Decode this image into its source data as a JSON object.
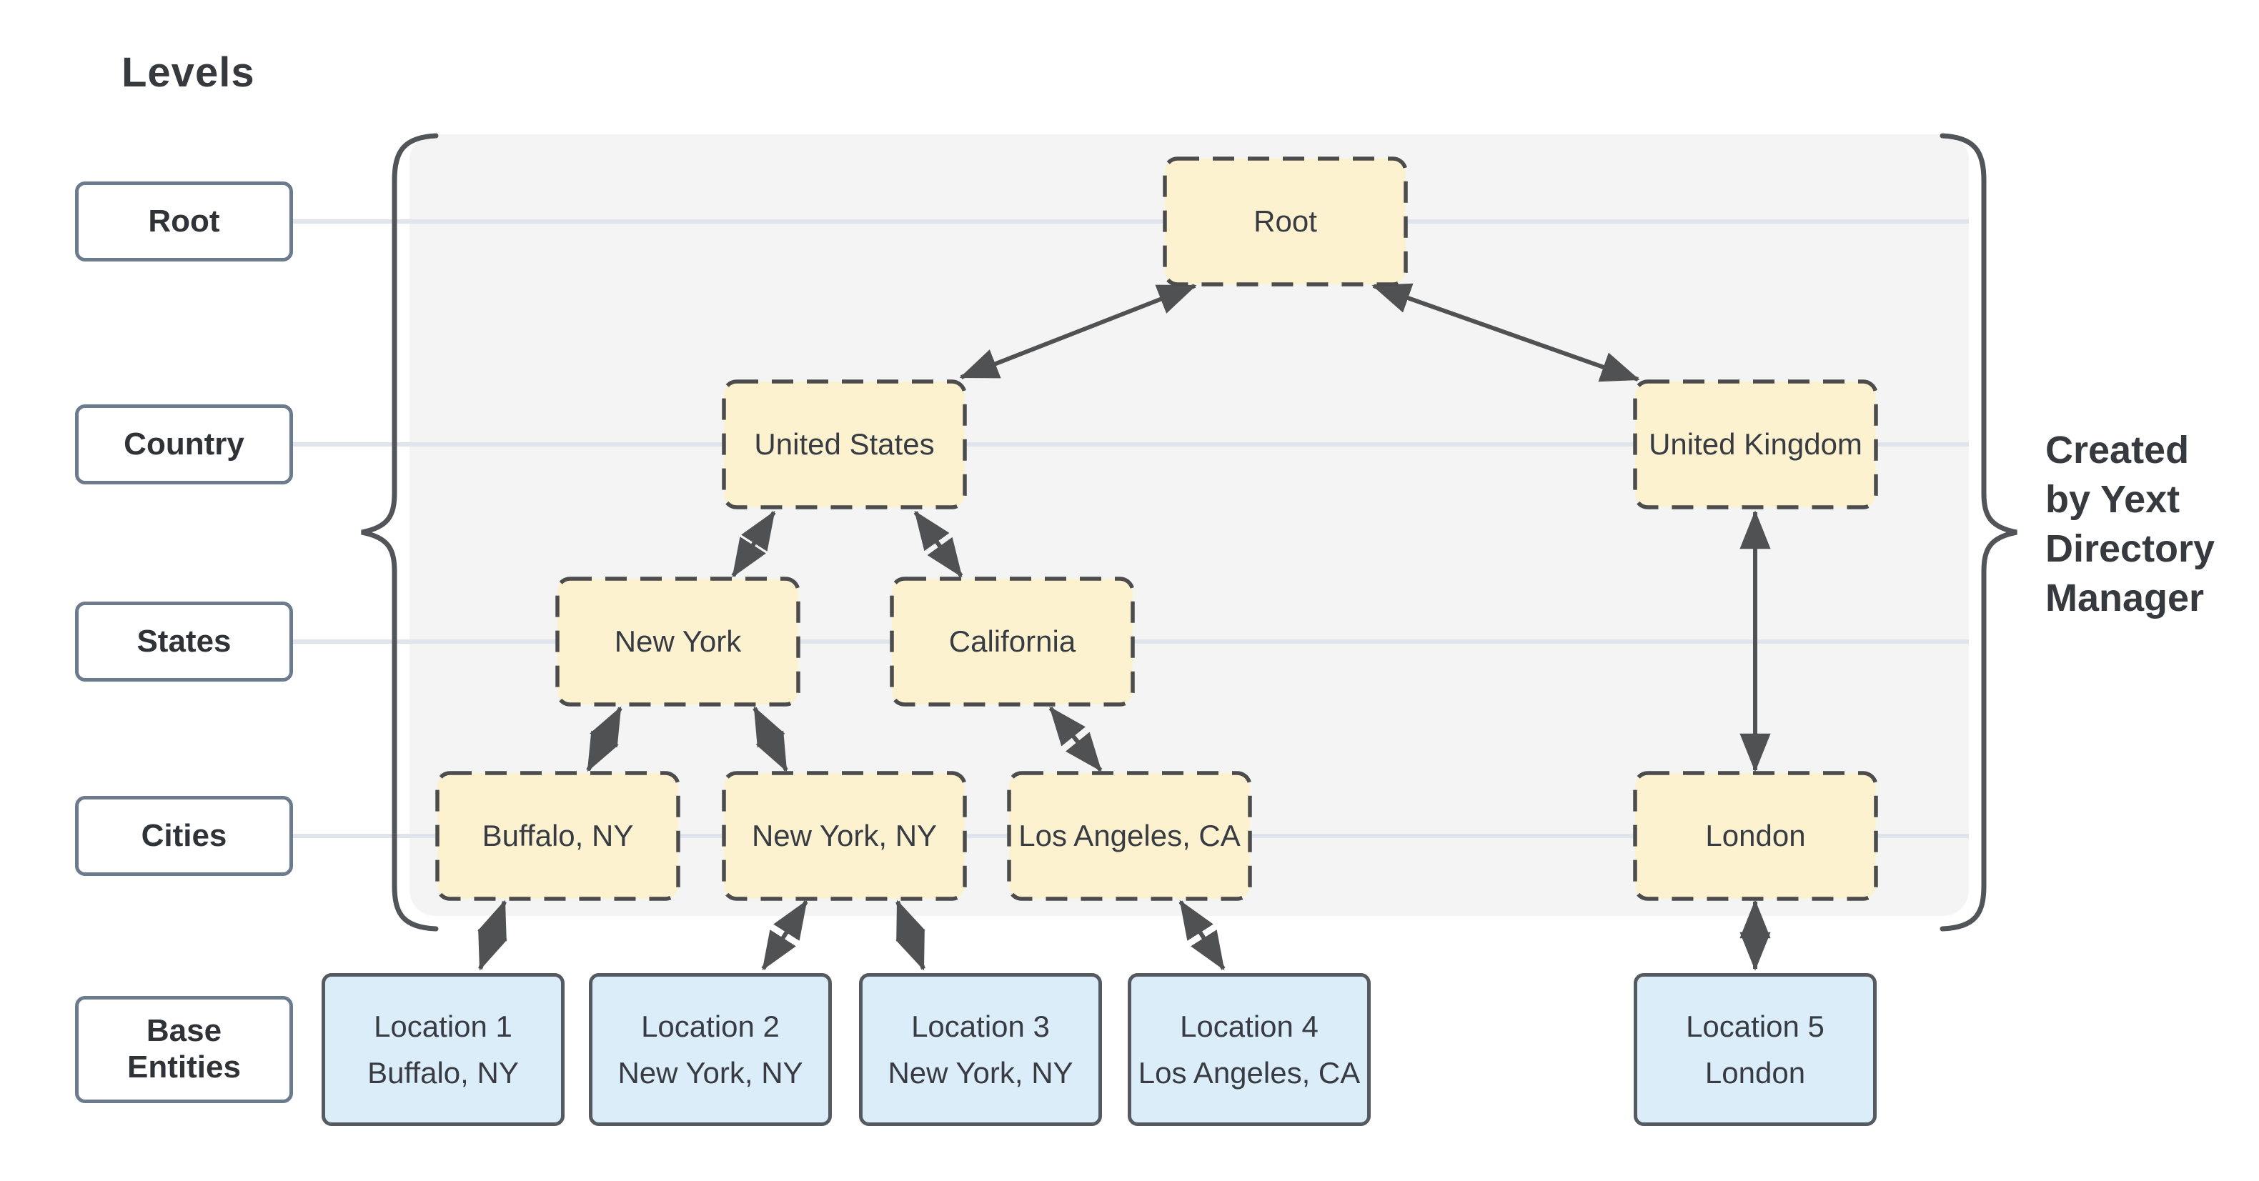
{
  "title": "Levels",
  "levels": [
    {
      "label": "Root"
    },
    {
      "label": "Country"
    },
    {
      "label": "States"
    },
    {
      "label": "Cities"
    },
    {
      "label": "Base Entities"
    }
  ],
  "tree": {
    "root": {
      "label": "Root"
    },
    "countries": [
      {
        "label": "United States"
      },
      {
        "label": "United Kingdom"
      }
    ],
    "states": [
      {
        "label": "New York"
      },
      {
        "label": "California"
      }
    ],
    "cities": [
      {
        "label": "Buffalo, NY"
      },
      {
        "label": "New York, NY"
      },
      {
        "label": "Los Angeles, CA"
      },
      {
        "label": "London"
      }
    ]
  },
  "base_entities": [
    {
      "name": "Location 1",
      "city": "Buffalo, NY"
    },
    {
      "name": "Location 2",
      "city": "New York, NY"
    },
    {
      "name": "Location 3",
      "city": "New York, NY"
    },
    {
      "name": "Location 4",
      "city": "Los Angeles, CA"
    },
    {
      "name": "Location 5",
      "city": "London"
    }
  ],
  "edges": [
    {
      "from": "Root",
      "to": "United States",
      "bidirectional": true
    },
    {
      "from": "Root",
      "to": "United Kingdom",
      "bidirectional": true
    },
    {
      "from": "United States",
      "to": "New York",
      "bidirectional": true
    },
    {
      "from": "United States",
      "to": "California",
      "bidirectional": true
    },
    {
      "from": "New York",
      "to": "Buffalo, NY",
      "bidirectional": true
    },
    {
      "from": "New York",
      "to": "New York, NY",
      "bidirectional": true
    },
    {
      "from": "California",
      "to": "Los Angeles, CA",
      "bidirectional": true
    },
    {
      "from": "United Kingdom",
      "to": "London",
      "bidirectional": true
    },
    {
      "from": "Buffalo, NY",
      "to": "Location 1",
      "bidirectional": true
    },
    {
      "from": "New York, NY",
      "to": "Location 2",
      "bidirectional": true
    },
    {
      "from": "New York, NY",
      "to": "Location 3",
      "bidirectional": true
    },
    {
      "from": "Los Angeles, CA",
      "to": "Location 4",
      "bidirectional": true
    },
    {
      "from": "London",
      "to": "Location 5",
      "bidirectional": true
    }
  ],
  "annotation": {
    "text": "Created by Yext Directory Manager",
    "lines": [
      "Created",
      "by Yext",
      "Directory",
      "Manager"
    ]
  },
  "colors": {
    "page_background": "#ffffff",
    "panel_background": "#f4f4f5",
    "level_line": "#e0e4ed",
    "directory_node_fill": "#fcf2cf",
    "directory_node_border": "#4c4c4c",
    "entity_node_fill": "#dcedfa",
    "entity_node_border": "#555a61",
    "label_box_border": "#6b7a8c",
    "arrow": "#4f5153",
    "brace": "#515459",
    "text": "#36393d"
  }
}
